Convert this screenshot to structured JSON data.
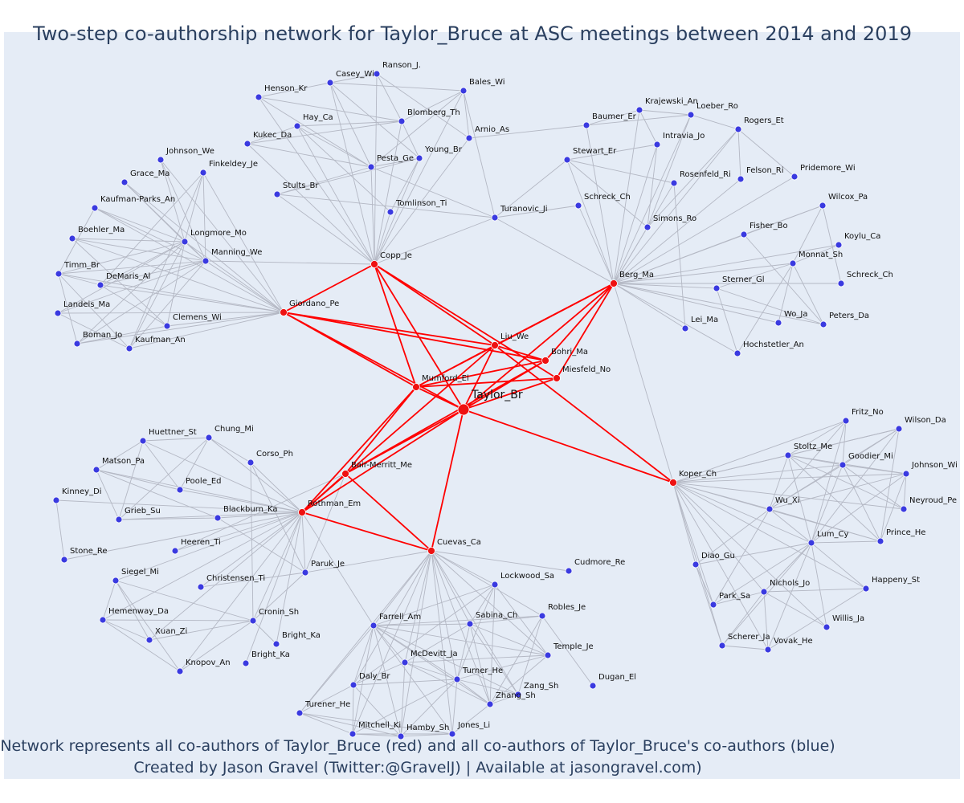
{
  "title": "Two-step co-authorship network for Taylor_Bruce at ASC meetings between 2014 and 2019",
  "footer": {
    "line1": "Network represents all co-authors of Taylor_Bruce (red) and all co-authors of Taylor_Bruce's co-authors (blue)",
    "line2": "Created by Jason Gravel (Twitter:@GravelJ) | Available at jasongravel.com)"
  },
  "colors": {
    "background": "#e5ecf6",
    "red_node": "#ee1111",
    "blue_node": "#3a3ae0",
    "red_edge": "#ff0000",
    "gray_edge": "#b4b8c4",
    "text": "#2a3f5f"
  },
  "network": {
    "center": "Taylor_Br",
    "nodes": [
      {
        "id": "Taylor_Br",
        "group": "center"
      },
      {
        "id": "Liu_We",
        "group": "red"
      },
      {
        "id": "Bohri_Ma",
        "group": "red"
      },
      {
        "id": "Miesfeld_No",
        "group": "red"
      },
      {
        "id": "Mumford_El",
        "group": "red"
      },
      {
        "id": "Copp_Je",
        "group": "red"
      },
      {
        "id": "Giordano_Pe",
        "group": "red"
      },
      {
        "id": "Berg_Ma",
        "group": "red"
      },
      {
        "id": "Bair-Merritt_Me",
        "group": "red"
      },
      {
        "id": "Rothman_Em",
        "group": "red"
      },
      {
        "id": "Cuevas_Ca",
        "group": "red"
      },
      {
        "id": "Koper_Ch",
        "group": "red"
      },
      {
        "id": "Ranson_J.",
        "group": "blue"
      },
      {
        "id": "Casey_Wi",
        "group": "blue"
      },
      {
        "id": "Bales_Wi",
        "group": "blue"
      },
      {
        "id": "Henson_Kr",
        "group": "blue"
      },
      {
        "id": "Hay_Ca",
        "group": "blue"
      },
      {
        "id": "Blomberg_Th",
        "group": "blue"
      },
      {
        "id": "Arnio_As",
        "group": "blue"
      },
      {
        "id": "Kukec_Da",
        "group": "blue"
      },
      {
        "id": "Young_Br",
        "group": "blue"
      },
      {
        "id": "Pesta_Ge",
        "group": "blue"
      },
      {
        "id": "Stults_Br",
        "group": "blue"
      },
      {
        "id": "Tomlinson_Ti",
        "group": "blue"
      },
      {
        "id": "Turanovic_Ji",
        "group": "blue"
      },
      {
        "id": "Krajewski_An",
        "group": "blue"
      },
      {
        "id": "Loeber_Ro",
        "group": "blue"
      },
      {
        "id": "Baumer_Er",
        "group": "blue"
      },
      {
        "id": "Rogers_Et",
        "group": "blue"
      },
      {
        "id": "Intravia_Jo",
        "group": "blue"
      },
      {
        "id": "Stewart_Er",
        "group": "blue"
      },
      {
        "id": "Felson_Ri",
        "group": "blue"
      },
      {
        "id": "Pridemore_Wi",
        "group": "blue"
      },
      {
        "id": "Rosenfeld_Ri",
        "group": "blue"
      },
      {
        "id": "Schreck_Ch",
        "group": "blue"
      },
      {
        "id": "Simons_Ro",
        "group": "blue"
      },
      {
        "id": "Wilcox_Pa",
        "group": "blue"
      },
      {
        "id": "Fisher_Bo",
        "group": "blue"
      },
      {
        "id": "Koylu_Ca",
        "group": "blue"
      },
      {
        "id": "Monnat_Sh",
        "group": "blue"
      },
      {
        "id": "Schreck_Ch ",
        "group": "blue"
      },
      {
        "id": "Sterner_Gl",
        "group": "blue"
      },
      {
        "id": "Wo_Ja",
        "group": "blue"
      },
      {
        "id": "Peters_Da",
        "group": "blue"
      },
      {
        "id": "Lei_Ma",
        "group": "blue"
      },
      {
        "id": "Hochstetler_An",
        "group": "blue"
      },
      {
        "id": "Johnson_We",
        "group": "blue"
      },
      {
        "id": "Grace_Ma",
        "group": "blue"
      },
      {
        "id": "Finkeldey_Je",
        "group": "blue"
      },
      {
        "id": "Kaufman-Parks_An",
        "group": "blue"
      },
      {
        "id": "Boehler_Ma",
        "group": "blue"
      },
      {
        "id": "Longmore_Mo",
        "group": "blue"
      },
      {
        "id": "Manning_We",
        "group": "blue"
      },
      {
        "id": "Timm_Br",
        "group": "blue"
      },
      {
        "id": "DeMaris_Al",
        "group": "blue"
      },
      {
        "id": "Landeis_Ma",
        "group": "blue"
      },
      {
        "id": "Clemens_Wi",
        "group": "blue"
      },
      {
        "id": "Boman_Jo",
        "group": "blue"
      },
      {
        "id": "Kaufman_An",
        "group": "blue"
      },
      {
        "id": "Huettner_St",
        "group": "blue"
      },
      {
        "id": "Chung_Mi",
        "group": "blue"
      },
      {
        "id": "Matson_Pa",
        "group": "blue"
      },
      {
        "id": "Corso_Ph",
        "group": "blue"
      },
      {
        "id": "Poole_Ed",
        "group": "blue"
      },
      {
        "id": "Kinney_Di",
        "group": "blue"
      },
      {
        "id": "Grieb_Su",
        "group": "blue"
      },
      {
        "id": "Blackburn_Ka",
        "group": "blue"
      },
      {
        "id": "Stone_Re",
        "group": "blue"
      },
      {
        "id": "Heeren_Ti",
        "group": "blue"
      },
      {
        "id": "Siegel_Mi",
        "group": "blue"
      },
      {
        "id": "Paruk_Je",
        "group": "blue"
      },
      {
        "id": "Christensen_Ti",
        "group": "blue"
      },
      {
        "id": "Hemenway_Da",
        "group": "blue"
      },
      {
        "id": "Cronin_Sh",
        "group": "blue"
      },
      {
        "id": "Xuan_Zi",
        "group": "blue"
      },
      {
        "id": "Bright_Ka",
        "group": "blue"
      },
      {
        "id": "Bright_Ka ",
        "group": "blue"
      },
      {
        "id": "Knopov_An",
        "group": "blue"
      },
      {
        "id": "Cudmore_Re",
        "group": "blue"
      },
      {
        "id": "Lockwood_Sa",
        "group": "blue"
      },
      {
        "id": "Robles_Je",
        "group": "blue"
      },
      {
        "id": "Farrell_Am",
        "group": "blue"
      },
      {
        "id": "Sabina_Ch",
        "group": "blue"
      },
      {
        "id": "Temple_Je",
        "group": "blue"
      },
      {
        "id": "McDevitt_Ja",
        "group": "blue"
      },
      {
        "id": "Turner_He",
        "group": "blue"
      },
      {
        "id": "Dugan_El",
        "group": "blue"
      },
      {
        "id": "Daly_Br",
        "group": "blue"
      },
      {
        "id": "Zang_Sh",
        "group": "blue"
      },
      {
        "id": "Zhang_Sh",
        "group": "blue"
      },
      {
        "id": "Turener_He",
        "group": "blue"
      },
      {
        "id": "Mitchell_Ki",
        "group": "blue"
      },
      {
        "id": "Hamby_Sh",
        "group": "blue"
      },
      {
        "id": "Jones_Li",
        "group": "blue"
      },
      {
        "id": "Fritz_No",
        "group": "blue"
      },
      {
        "id": "Wilson_Da",
        "group": "blue"
      },
      {
        "id": "Stoltz_Me",
        "group": "blue"
      },
      {
        "id": "Goodier_Mi",
        "group": "blue"
      },
      {
        "id": "Johnson_Wi",
        "group": "blue"
      },
      {
        "id": "Wu_Xi",
        "group": "blue"
      },
      {
        "id": "Neyroud_Pe",
        "group": "blue"
      },
      {
        "id": "Lum_Cy",
        "group": "blue"
      },
      {
        "id": "Prince_He",
        "group": "blue"
      },
      {
        "id": "Diao_Gu",
        "group": "blue"
      },
      {
        "id": "Happeny_St",
        "group": "blue"
      },
      {
        "id": "Nichols_Jo",
        "group": "blue"
      },
      {
        "id": "Park_Sa",
        "group": "blue"
      },
      {
        "id": "Willis_Ja",
        "group": "blue"
      },
      {
        "id": "Scherer_Ja",
        "group": "blue"
      },
      {
        "id": "Vovak_He",
        "group": "blue"
      }
    ]
  }
}
